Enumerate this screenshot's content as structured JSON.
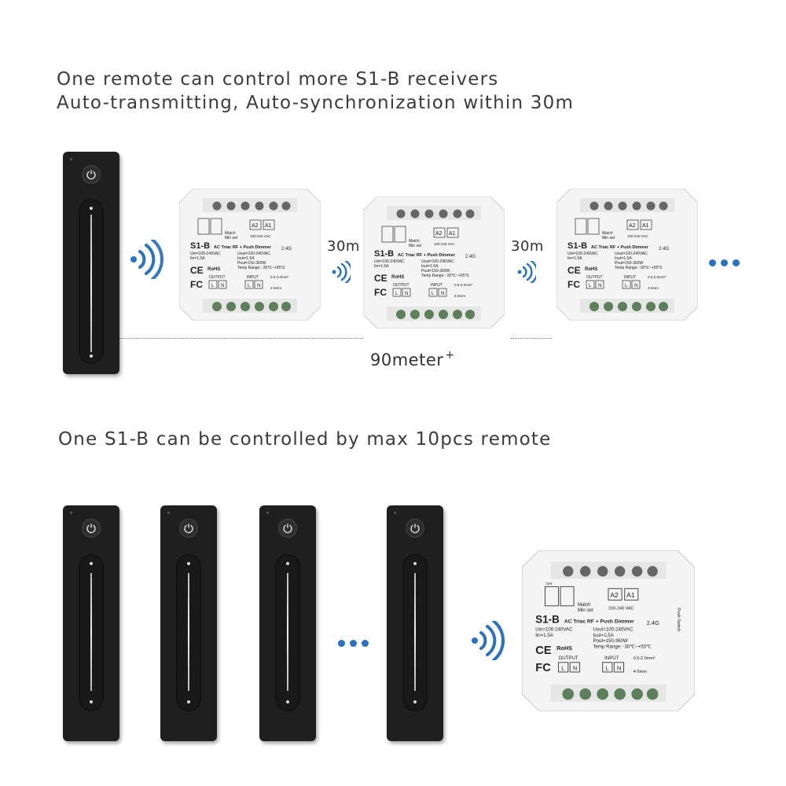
{
  "headlines": {
    "line1": "One remote can control more S1-B receivers",
    "line2": "Auto-transmitting, Auto-synchronization within 30m",
    "line3": "One S1-B can be controlled by max 10pcs remote"
  },
  "distances": {
    "hop1": "30m",
    "hop2": "30m",
    "total": "90meter",
    "total_suffix": "+"
  },
  "module": {
    "model": "S1-B",
    "type": "AC Triac RF + Push Dimmer",
    "uin": "Uin=100-240VAC",
    "iin": "Iin=1.5A",
    "uout": "Uout=100-240VAC",
    "iout": "Iout=1.5A",
    "pout": "Pout=150-360W",
    "temp": "Temp Range: -30℃~+55℃",
    "band": "2.4G",
    "match": "Match",
    "min_set": "Min set",
    "a2": "A2",
    "a1": "A1",
    "vac": "100-240 VAC",
    "push_switch": "Push Switch",
    "output": "OUTPUT",
    "input": "INPUT",
    "l": "L",
    "n": "N",
    "wire": "0.5-2.0mm²",
    "strip": "4-5mm",
    "rohs": "RoHS",
    "ce": "CE",
    "fc": "FC",
    "on": "ON"
  },
  "colors": {
    "accent_blue": "#2a73c4",
    "remote_body": "#1f1f1f",
    "module_body": "#f4f4f4",
    "terminal_green": "#5d7f5a"
  },
  "icons": [
    "power-icon",
    "wireless-signal-icon",
    "ellipsis-dots-icon"
  ]
}
